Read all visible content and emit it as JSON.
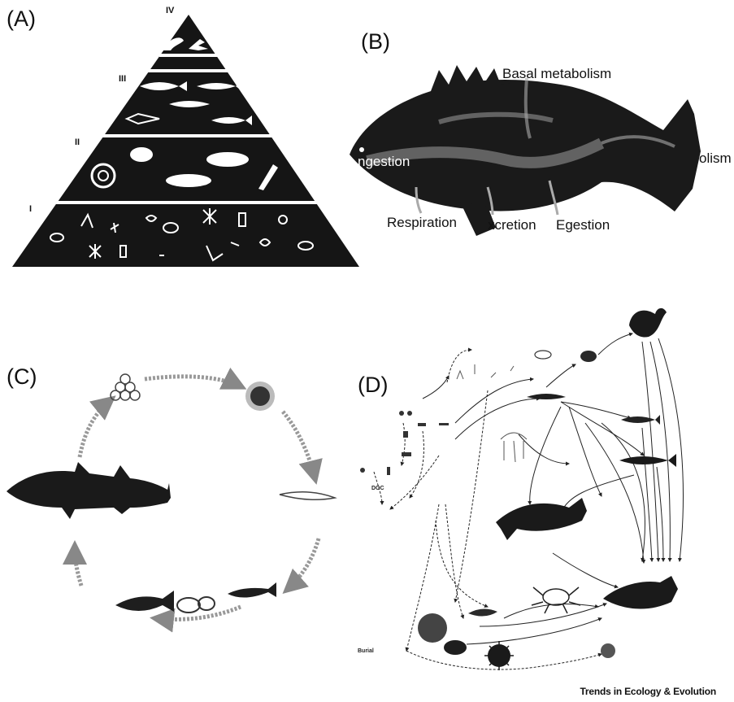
{
  "panels": {
    "a": {
      "label": "(A)",
      "levels": [
        "IV",
        "III",
        "II",
        "I"
      ]
    },
    "b": {
      "label": "(B)",
      "processes": [
        "Basal metabolism",
        "olism",
        "ngestion",
        "Respiration",
        "xcretion",
        "Egestion"
      ]
    },
    "c": {
      "label": "(C)"
    },
    "d": {
      "label": "(D)",
      "nodes": [
        "DOC",
        "Burial"
      ]
    }
  },
  "credit": "Trends in Ecology & Evolution"
}
